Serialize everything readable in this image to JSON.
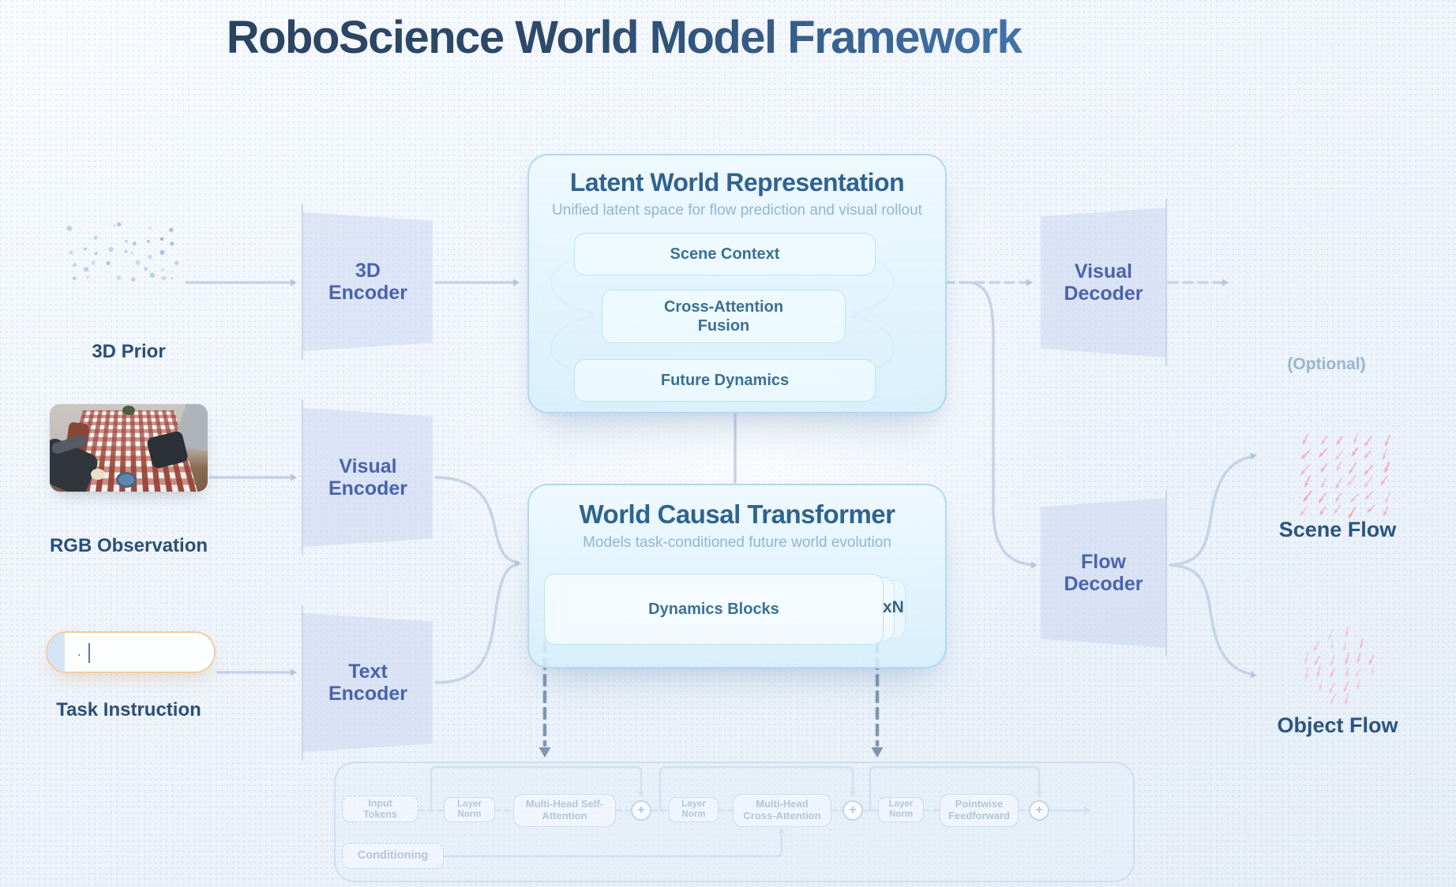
{
  "title": "RoboScience World Model Framework",
  "inputs": {
    "prior": {
      "label": "3D Prior"
    },
    "rgb": {
      "label": "RGB Observation"
    },
    "task": {
      "label": "Task Instruction",
      "value": ".",
      "cursor": "|"
    }
  },
  "encoders": {
    "threed": {
      "line1": "3D",
      "line2": "Encoder"
    },
    "visual": {
      "line1": "Visual",
      "line2": "Encoder"
    },
    "text": {
      "line1": "Text",
      "line2": "Encoder"
    }
  },
  "latent": {
    "title": "Latent World Representation",
    "subtitle": "Unified latent space for flow prediction and visual rollout",
    "blocks": [
      "Scene Context",
      "Cross-Attention Fusion",
      "Future Dynamics"
    ]
  },
  "transformer": {
    "title": "World Causal Transformer",
    "subtitle": "Models task-conditioned future world evolution",
    "block": "Dynamics Blocks",
    "repeat": "xN"
  },
  "decoders": {
    "visual": {
      "line1": "Visual",
      "line2": "Decoder"
    },
    "flow": {
      "line1": "Flow",
      "line2": "Decoder"
    }
  },
  "outputs": {
    "optional": "(Optional)",
    "scene": {
      "label": "Scene Flow"
    },
    "object": {
      "label": "Object Flow"
    }
  },
  "detail_block": {
    "input": "Input Tokens",
    "norm1": "Layer Norm",
    "self_attention": "Multi-Head Self-Attention",
    "norm2": "Layer Norm",
    "cross_attention": "Multi-Head Cross-Attention",
    "norm3": "Layer Norm",
    "feedforward": "Pointwise Feedforward",
    "conditioning": "Conditioning",
    "plus": "+"
  },
  "colors": {
    "title_dark": "#2d4a6b",
    "title_accent": "#4f8cc5",
    "label_navy": "#2b4f78",
    "encoder_text": "#4a63ad",
    "box_title": "#2f6390",
    "subtitle": "#92b5d3",
    "pill_text": "#3c7094",
    "flow_pink": "#f2a6ba",
    "line": "#c6d3e6",
    "dashed_arrow": "#7e96b0",
    "detail_text": "#b4c5d9",
    "input_border": "#f4cba4"
  }
}
